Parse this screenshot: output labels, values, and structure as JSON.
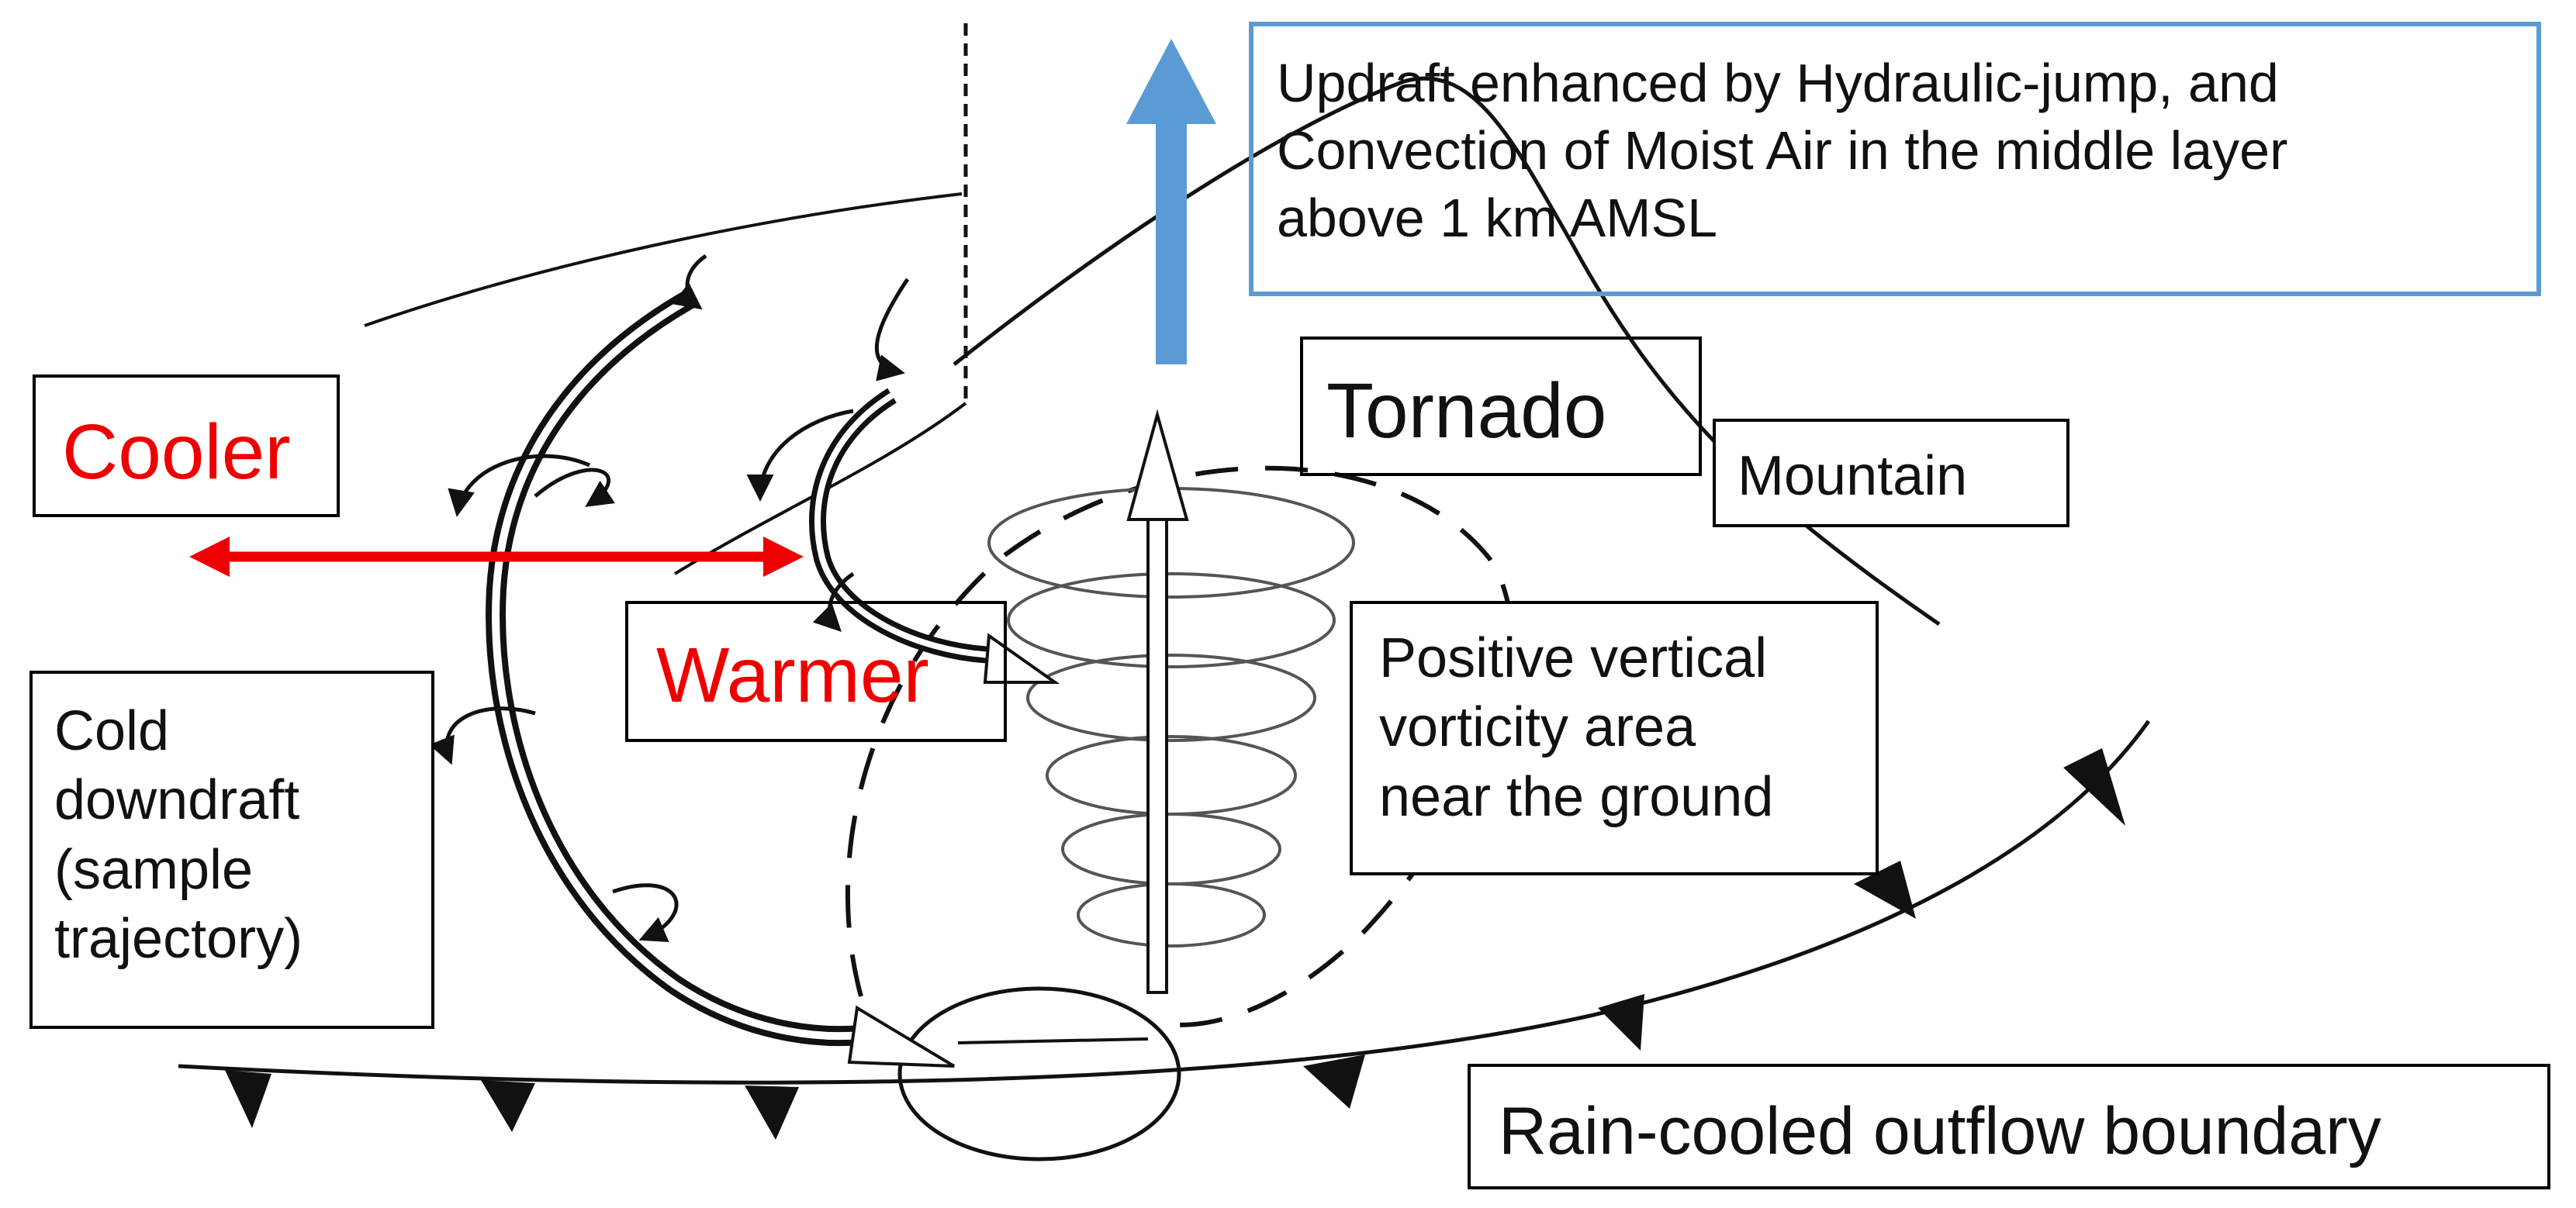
{
  "labels": {
    "updraft": [
      "Updraft enhanced by Hydraulic-jump, and",
      "Convection of Moist Air in the middle layer",
      "above 1 km AMSL"
    ],
    "tornado": "Tornado",
    "mountain": "Mountain",
    "cooler": "Cooler",
    "warmer": "Warmer",
    "positive_vorticity": [
      "Positive vertical",
      "vorticity area",
      "near the ground"
    ],
    "cold_downdraft": [
      "Cold",
      "downdraft",
      "(sample",
      "trajectory)"
    ],
    "outflow_boundary": "Rain-cooled outflow boundary"
  },
  "colors": {
    "temperature_arrow": "#ee0000",
    "updraft_arrow": "#5b9bd5",
    "updraft_box_border": "#5b9bd5",
    "line": "#111111"
  }
}
